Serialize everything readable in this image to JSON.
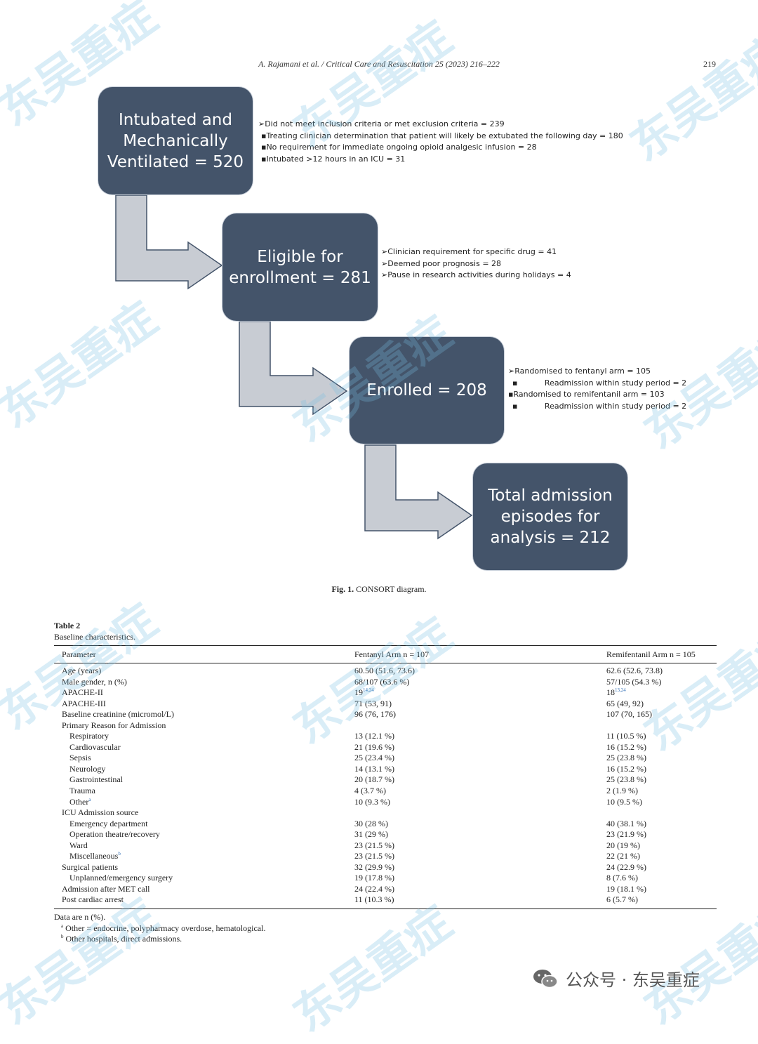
{
  "header": {
    "running_head": "A. Rajamani et al. / Critical Care and Resuscitation 25 (2023) 216–222",
    "page_number": "219"
  },
  "figure": {
    "boxes": [
      {
        "lines": [
          "Intubated and",
          "Mechanically",
          "Ventilated = 520"
        ]
      },
      {
        "lines": [
          "Eligible for",
          "enrollment = 281"
        ]
      },
      {
        "lines": [
          "Enrolled = 208"
        ]
      },
      {
        "lines": [
          "Total admission",
          "episodes for",
          "analysis = 212"
        ]
      }
    ],
    "notes1": [
      "➢Did not meet inclusion criteria or met exclusion criteria = 239",
      "▪Treating clinician determination that patient will likely be extubated the following day = 180",
      "▪No requirement for immediate ongoing opioid analgesic infusion = 28",
      "▪Intubated >12 hours in an ICU = 31"
    ],
    "notes2": [
      "➢Clinician requirement for specific drug = 41",
      "➢Deemed poor prognosis = 28",
      "➢Pause in research activities during holidays = 4"
    ],
    "notes3": [
      "➢Randomised to fentanyl arm = 105",
      "▪           Readmission within study period = 2",
      "▪Randomised to remifentanil arm = 103",
      "▪           Readmission within study period = 2"
    ],
    "caption_label": "Fig. 1.",
    "caption_text": " CONSORT diagram."
  },
  "table": {
    "label": "Table 2",
    "title": "Baseline characteristics.",
    "headers": [
      "Parameter",
      "Fentanyl Arm n = 107",
      "Remifentanil Arm n = 105"
    ],
    "rows": [
      {
        "p": "Age (years)",
        "f": "60.50 (51.6, 73.6)",
        "r": "62.6 (52.6, 73.8)"
      },
      {
        "p": "Male gender, n (%)",
        "f": "68/107 (63.6 %)",
        "r": "57/105 (54.3 %)"
      },
      {
        "p": "APACHE-II",
        "f": "19",
        "fsup": "14,24",
        "r": "18",
        "rsup": "13,24"
      },
      {
        "p": "APACHE-III",
        "f": "71 (53, 91)",
        "r": "65 (49, 92)"
      },
      {
        "p": "Baseline creatinine (micromol/L)",
        "f": "96 (76, 176)",
        "r": "107 (70, 165)"
      },
      {
        "p": "Primary Reason for Admission",
        "f": "",
        "r": ""
      },
      {
        "p": "Respiratory",
        "ind": true,
        "f": "13 (12.1 %)",
        "r": "11 (10.5 %)"
      },
      {
        "p": "Cardiovascular",
        "ind": true,
        "f": "21 (19.6 %)",
        "r": "16 (15.2 %)"
      },
      {
        "p": "Sepsis",
        "ind": true,
        "f": "25 (23.4 %)",
        "r": "25 (23.8 %)"
      },
      {
        "p": "Neurology",
        "ind": true,
        "f": "14 (13.1 %)",
        "r": "16 (15.2 %)"
      },
      {
        "p": "Gastrointestinal",
        "ind": true,
        "f": "20 (18.7 %)",
        "r": "25 (23.8 %)"
      },
      {
        "p": "Trauma",
        "ind": true,
        "f": "4 (3.7 %)",
        "r": "2 (1.9 %)"
      },
      {
        "p": "Other",
        "psup": "a",
        "ind": true,
        "f": "10 (9.3 %)",
        "r": "10 (9.5 %)"
      },
      {
        "p": "ICU Admission source",
        "f": "",
        "r": ""
      },
      {
        "p": "Emergency department",
        "ind": true,
        "f": "30 (28 %)",
        "r": "40 (38.1 %)"
      },
      {
        "p": "Operation theatre/recovery",
        "ind": true,
        "f": "31 (29 %)",
        "r": "23 (21.9 %)"
      },
      {
        "p": "Ward",
        "ind": true,
        "f": "23 (21.5 %)",
        "r": "20 (19 %)"
      },
      {
        "p": "Miscellaneous",
        "psup": "b",
        "ind": true,
        "f": "23 (21.5 %)",
        "r": "22 (21 %)"
      },
      {
        "p": "Surgical patients",
        "f": "32 (29.9 %)",
        "r": "24 (22.9 %)"
      },
      {
        "p": "Unplanned/emergency surgery",
        "ind": true,
        "f": "19 (17.8 %)",
        "r": "8 (7.6 %)"
      },
      {
        "p": "Admission after MET call",
        "f": "24 (22.4 %)",
        "r": "19 (18.1 %)"
      },
      {
        "p": "Post cardiac arrest",
        "f": "11 (10.3 %)",
        "r": "6 (5.7 %)"
      }
    ],
    "footnote_main": "Data are n (%).",
    "footnotes": [
      {
        "mark": "a",
        "text": "Other = endocrine, polypharmacy overdose, hematological."
      },
      {
        "mark": "b",
        "text": "Other hospitals, direct admissions."
      }
    ]
  },
  "watermark": {
    "text": "东吴重症",
    "wechat_label": "公众号 · 东吴重症"
  }
}
